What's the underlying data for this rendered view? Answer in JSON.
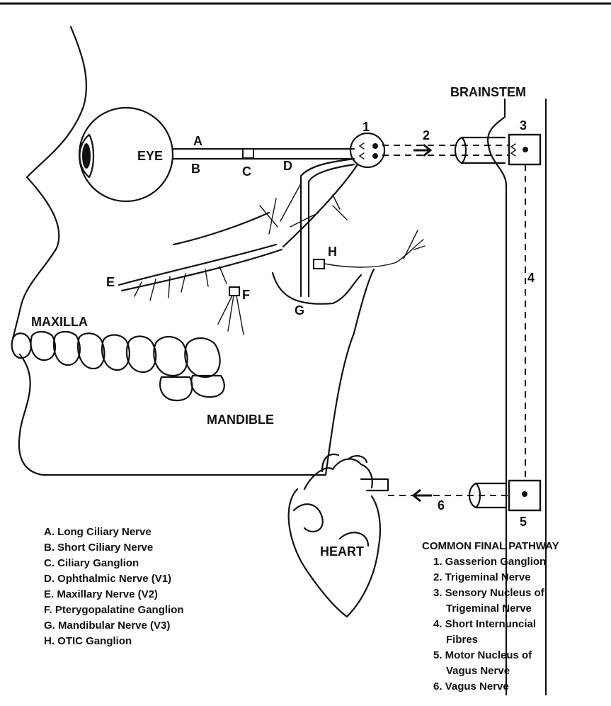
{
  "labels": {
    "brainstem": "BRAINSTEM",
    "eye": "EYE",
    "maxilla": "MAXILLA",
    "mandible": "MANDIBLE",
    "heart": "HEART",
    "a": "A",
    "b": "B",
    "c": "C",
    "d": "D",
    "e": "E",
    "f": "F",
    "g": "G",
    "h": "H",
    "n1": "1",
    "n2": "2",
    "n3": "3",
    "n4": "4",
    "n5": "5",
    "n6": "6"
  },
  "legend_left": [
    "A. Long Ciliary Nerve",
    "B. Short Ciliary Nerve",
    "C. Ciliary Ganglion",
    "D. Ophthalmic Nerve (V1)",
    "E. Maxillary Nerve (V2)",
    "F. Pterygopalatine Ganglion",
    "G. Mandibular Nerve (V3)",
    "H. OTIC Ganglion"
  ],
  "legend_right": {
    "title": "COMMON FINAL PATHWAY",
    "items": [
      "1. Gasserion Ganglion",
      "2. Trigeminal Nerve",
      "3. Sensory Nucleus of",
      "Trigeminal Nerve",
      "4. Short Internuncial",
      "Fibres",
      "5. Motor Nucleus of",
      "Vagus Nerve",
      "6. Vagus Nerve"
    ]
  }
}
